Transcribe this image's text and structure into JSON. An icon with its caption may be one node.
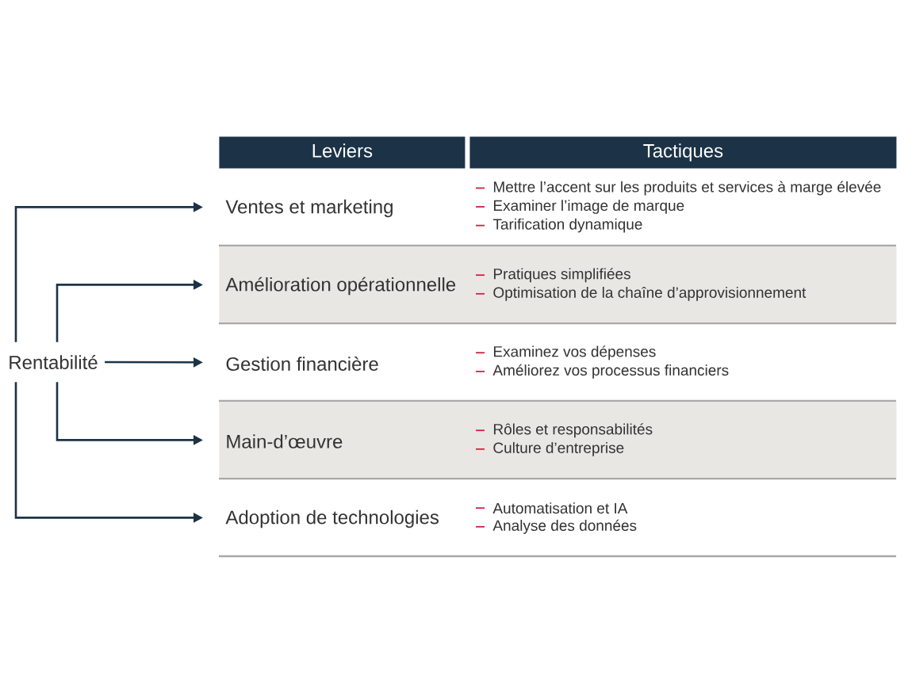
{
  "diagram": {
    "nodes": [
      {
        "text": [
          "Rentabilité"
        ]
      },
      {
        "text": [
          "Leviers"
        ]
      },
      {
        "text": [
          "Tactiques"
        ]
      },
      {
        "text": [
          "Ventes et marketing",
          "Mettre l’accent sur les produits et services à marge élevée",
          "Examiner l’image de marque",
          "Tarification dynamique"
        ]
      },
      {
        "text": [
          "Amélioration opérationnelle",
          "Pratiques simplifiées",
          "Optimisation de la chaîne d’approvisionnement"
        ]
      },
      {
        "text": [
          "Gestion financière",
          "Examinez vos dépenses",
          "Améliorez vos processus financiers"
        ]
      },
      {
        "text": [
          "Main-d’œuvre",
          "Rôles et responsabilités",
          "Culture d’entreprise"
        ]
      },
      {
        "text": [
          "Adoption de technologies",
          "Automatisation et IA",
          "Analyse des données"
        ]
      }
    ],
    "edges": [
      {
        "from": 0,
        "to": 3,
        "arrow": "to"
      },
      {
        "from": 0,
        "to": 4,
        "arrow": "to"
      },
      {
        "from": 0,
        "to": 5,
        "arrow": "to"
      },
      {
        "from": 0,
        "to": 6,
        "arrow": "to"
      },
      {
        "from": 0,
        "to": 7,
        "arrow": "to"
      }
    ]
  }
}
